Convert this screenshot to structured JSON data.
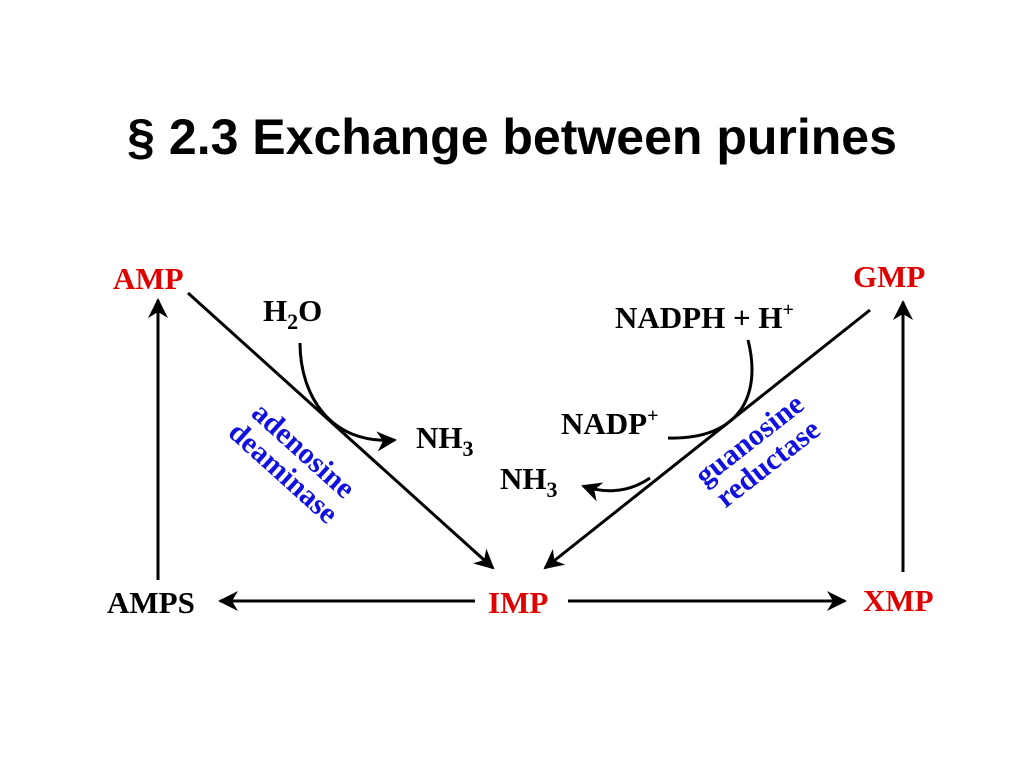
{
  "title": {
    "symbol": "§",
    "text": "2.3 Exchange between purines"
  },
  "nodes": {
    "amp": "AMP",
    "gmp": "GMP",
    "imp": "IMP",
    "amps": "AMPS",
    "xmp": "XMP"
  },
  "reagents": {
    "h2o": {
      "main": "H",
      "sub": "2",
      "tail": "O"
    },
    "nh3_left": {
      "main": "NH",
      "sub": "3"
    },
    "nadph": {
      "main": "NADPH + H",
      "sup": "+"
    },
    "nadp": {
      "main": "NADP",
      "sup": "+"
    },
    "nh3_right": {
      "main": "NH",
      "sub": "3"
    }
  },
  "enzymes": {
    "adenosine_deaminase": {
      "line1": "adenosine",
      "line2": "deaminase"
    },
    "guanosine_reductase": {
      "line1": "guanosine",
      "line2": "reductase"
    }
  },
  "colors": {
    "product": "#e00000",
    "enzyme": "#1010e0",
    "text": "#000000"
  }
}
